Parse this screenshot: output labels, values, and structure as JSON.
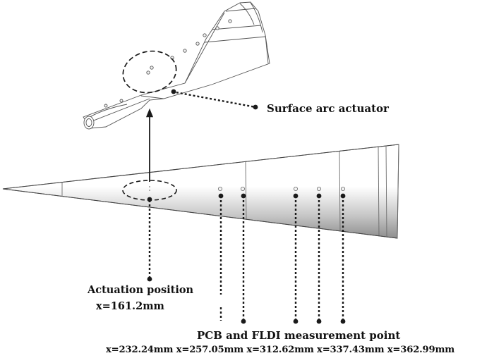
{
  "labels": {
    "surface_arc_actuator": "Surface arc actuator",
    "actuation_position": "Actuation position",
    "actuation_x": "x=161.2mm",
    "measurement_title": "PCB and FLDI measurement point",
    "measurement_positions": "x=232.24mm x=257.05mm x=312.62mm x=337.43mm x=362.99mm"
  },
  "colors": {
    "line": "#1a1a1a",
    "outline": "#555555",
    "shade_dark": "#9a9a9a",
    "shade_light": "#ffffff"
  }
}
